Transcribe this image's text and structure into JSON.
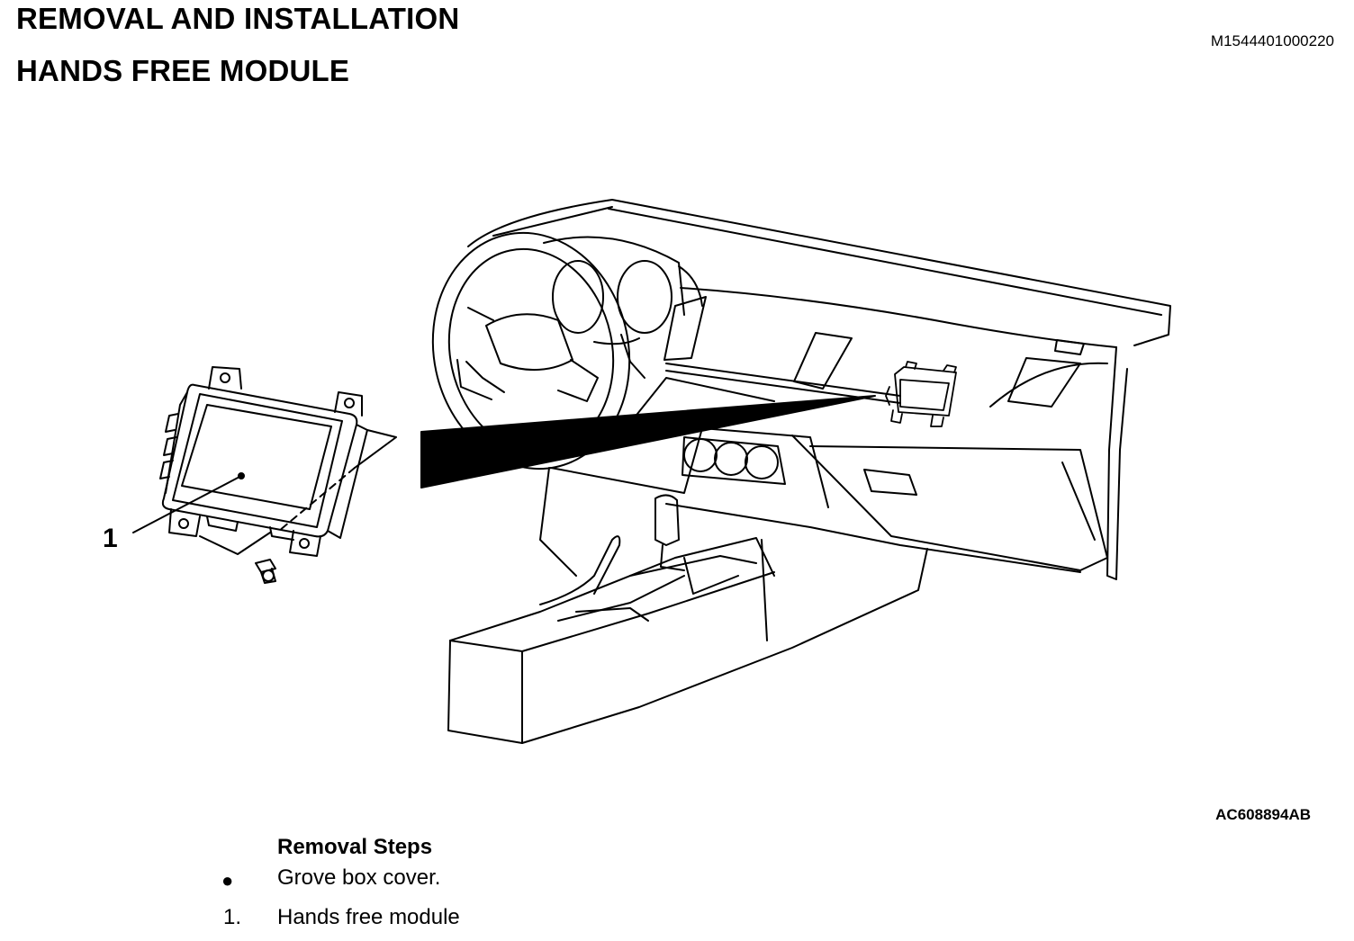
{
  "header": {
    "title_line1": "REMOVAL AND INSTALLATION",
    "title_line2": "HANDS FREE MODULE",
    "document_id": "M1544401000220"
  },
  "figure": {
    "figure_id": "AC608894AB",
    "callout_label": "1"
  },
  "removal_steps": {
    "heading": "Removal Steps",
    "items": [
      {
        "marker": "●",
        "text": "Grove box cover."
      },
      {
        "marker": "1.",
        "text": "Hands free module"
      }
    ]
  }
}
